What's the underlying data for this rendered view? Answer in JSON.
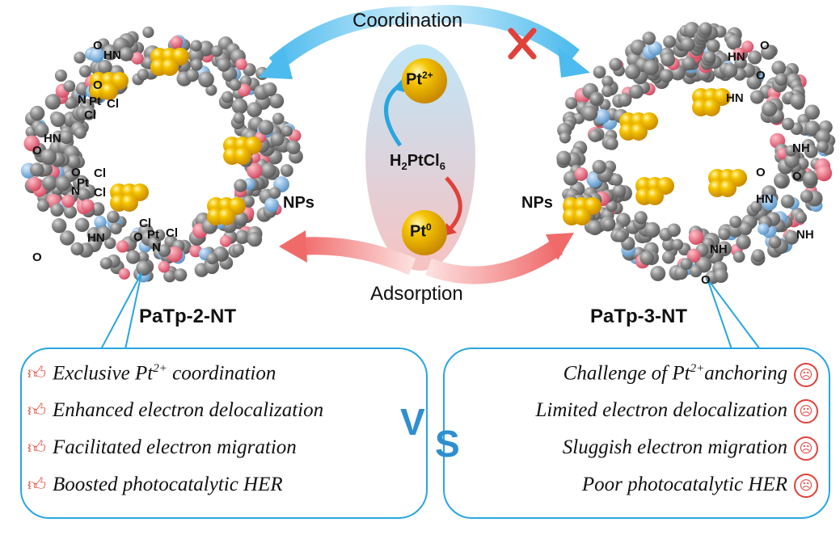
{
  "center": {
    "coordination_label": "Coordination",
    "adsorption_label": "Adsorption",
    "pt2_base": "Pt",
    "pt2_sup": "2+",
    "pt0_base": "Pt",
    "pt0_sup": "0",
    "precursor": {
      "a": "H",
      "b": "2",
      "c": "PtCl",
      "d": "6"
    }
  },
  "left": {
    "name": "PaTp-2-NT",
    "nps_label": "NPs",
    "chem_labels": [
      "O",
      "HN",
      "O",
      "N",
      "Pt",
      "Cl",
      "Cl",
      "HN",
      "O",
      "O",
      "Pt",
      "Cl",
      "Cl",
      "N",
      "HN",
      "Cl",
      "O",
      "Pt",
      "Cl",
      "N",
      "O"
    ],
    "advantages": [
      {
        "pre": "Exclusive Pt",
        "sup": "2+",
        "post": " coordination"
      },
      {
        "pre": "Enhanced electron delocalization",
        "sup": "",
        "post": ""
      },
      {
        "pre": "Facilitated electron migration",
        "sup": "",
        "post": ""
      },
      {
        "pre": "Boosted photocatalytic HER",
        "sup": "",
        "post": ""
      }
    ]
  },
  "right": {
    "name": "PaTp-3-NT",
    "nps_label": "NPs",
    "chem_labels": [
      "O",
      "HN",
      "O",
      "HN",
      "NH",
      "O",
      "O",
      "HN",
      "NH",
      "NH",
      "O"
    ],
    "disadvantages": [
      {
        "pre": "Challenge of Pt",
        "sup": "2+",
        "post": "anchoring"
      },
      {
        "pre": "Limited electron delocalization",
        "sup": "",
        "post": ""
      },
      {
        "pre": "Sluggish electron migration",
        "sup": "",
        "post": ""
      },
      {
        "pre": "Poor photocatalytic HER",
        "sup": "",
        "post": ""
      }
    ]
  },
  "vs_label": {
    "v": "V",
    "s": "S"
  },
  "colors": {
    "blue_arrow": "#5cc4ee",
    "red_arrow": "#f07a78",
    "gold": "#f2b705",
    "carbon": "#8a8a8a",
    "oxygen": "#e8607a",
    "nitrogen": "#6fa8d8",
    "box": "#29a6de",
    "sad": "#e0413a"
  }
}
